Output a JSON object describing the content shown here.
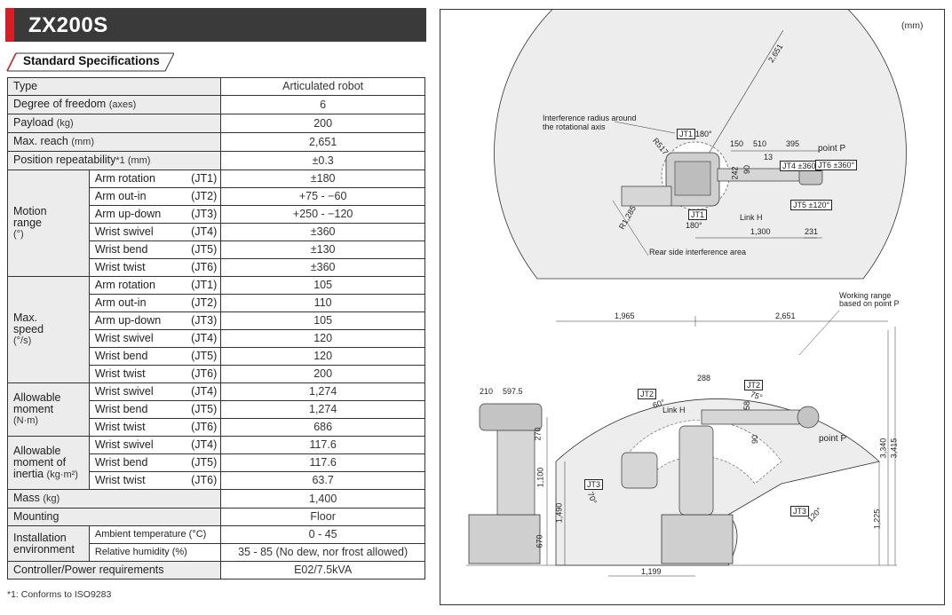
{
  "title": "ZX200S",
  "subtitle": "Standard Specifications",
  "rows_simple": [
    {
      "label": "Type",
      "unit": "",
      "value": "Articulated robot"
    },
    {
      "label": "Degree of freedom",
      "unit": "(axes)",
      "value": "6"
    },
    {
      "label": "Payload",
      "unit": "(kg)",
      "value": "200"
    },
    {
      "label": "Max. reach",
      "unit": "(mm)",
      "value": "2,651"
    },
    {
      "label": "Position repeatability",
      "unit": "*1 (mm)",
      "value": "±0.3"
    }
  ],
  "motion_range": {
    "label1": "Motion",
    "label2": "range",
    "unit": "(°)",
    "items": [
      {
        "name": "Arm rotation",
        "jt": "(JT1)",
        "value": "±180"
      },
      {
        "name": "Arm out-in",
        "jt": "(JT2)",
        "value": "+75 - −60"
      },
      {
        "name": "Arm up-down",
        "jt": "(JT3)",
        "value": "+250 - −120"
      },
      {
        "name": "Wrist swivel",
        "jt": "(JT4)",
        "value": "±360"
      },
      {
        "name": "Wrist bend",
        "jt": "(JT5)",
        "value": "±130"
      },
      {
        "name": "Wrist twist",
        "jt": "(JT6)",
        "value": "±360"
      }
    ]
  },
  "max_speed": {
    "label1": "Max.",
    "label2": "speed",
    "unit": "(°/s)",
    "items": [
      {
        "name": "Arm rotation",
        "jt": "(JT1)",
        "value": "105"
      },
      {
        "name": "Arm out-in",
        "jt": "(JT2)",
        "value": "110"
      },
      {
        "name": "Arm up-down",
        "jt": "(JT3)",
        "value": "105"
      },
      {
        "name": "Wrist swivel",
        "jt": "(JT4)",
        "value": "120"
      },
      {
        "name": "Wrist bend",
        "jt": "(JT5)",
        "value": "120"
      },
      {
        "name": "Wrist twist",
        "jt": "(JT6)",
        "value": "200"
      }
    ]
  },
  "allowable_moment": {
    "label1": "Allowable",
    "label2": "moment",
    "unit": "(N·m)",
    "items": [
      {
        "name": "Wrist swivel",
        "jt": "(JT4)",
        "value": "1,274"
      },
      {
        "name": "Wrist bend",
        "jt": "(JT5)",
        "value": "1,274"
      },
      {
        "name": "Wrist twist",
        "jt": "(JT6)",
        "value": "686"
      }
    ]
  },
  "allowable_inertia": {
    "label1": "Allowable",
    "label2": "moment of",
    "label3": "inertia",
    "unit": "(kg·m²)",
    "items": [
      {
        "name": "Wrist swivel",
        "jt": "(JT4)",
        "value": "117.6"
      },
      {
        "name": "Wrist bend",
        "jt": "(JT5)",
        "value": "117.6"
      },
      {
        "name": "Wrist twist",
        "jt": "(JT6)",
        "value": "63.7"
      }
    ]
  },
  "mass": {
    "label": "Mass",
    "unit": "(kg)",
    "value": "1,400"
  },
  "mounting": {
    "label": "Mounting",
    "value": "Floor"
  },
  "installation": {
    "label1": "Installation",
    "label2": "environment",
    "ambient_label": "Ambient temperature",
    "ambient_unit": "(°C)",
    "ambient_value": "0 - 45",
    "humidity_label": "Relative humidity",
    "humidity_unit": "(%)",
    "humidity_value": "35 - 85 (No dew, nor frost allowed)"
  },
  "controller": {
    "label": "Controller/Power requirements",
    "value": "E02/7.5kVA"
  },
  "footnote": "*1: Conforms to ISO9283",
  "drawing": {
    "units": "(mm)",
    "top": {
      "reach": "2,651",
      "interference_note_1": "Interference radius around",
      "interference_note_2": "the rotational axis",
      "r517": "R517",
      "r1285": "R1,285",
      "jt1_label": "JT1",
      "jt1_top": "180°",
      "jt1_bottom": "180°",
      "d150": "150",
      "d510": "510",
      "d395": "395",
      "d13": "13",
      "d242": "242",
      "d90": "90",
      "jt4": "JT4 ±360°",
      "jt6": "JT6 ±360°",
      "jt5": "JT5 ±120°",
      "point_p": "point P",
      "link_h": "Link H",
      "d1300": "1,300",
      "d231": "231",
      "rear_note": "Rear side interference area"
    },
    "side": {
      "d1965": "1,965",
      "d2651": "2,651",
      "working_1": "Working range",
      "working_2": "based on point P",
      "d210": "210",
      "d5975": "597.5",
      "d288": "288",
      "jt2_a": "JT2",
      "jt2_a_ang": "60°",
      "jt2_b": "JT2",
      "jt2_b_ang": "75°",
      "link_h": "Link H",
      "d58": "58",
      "d90": "90",
      "point_p": "point P",
      "d270": "270",
      "d1100": "1,100",
      "d670": "670",
      "d1490": "1,490",
      "d1199": "1,199",
      "jt3_a": "JT3",
      "jt3_a_ang": "70°",
      "jt3_b": "JT3",
      "jt3_b_ang": "120°",
      "d3340": "3,340",
      "d3415": "3,415",
      "d1225": "1,225"
    }
  }
}
